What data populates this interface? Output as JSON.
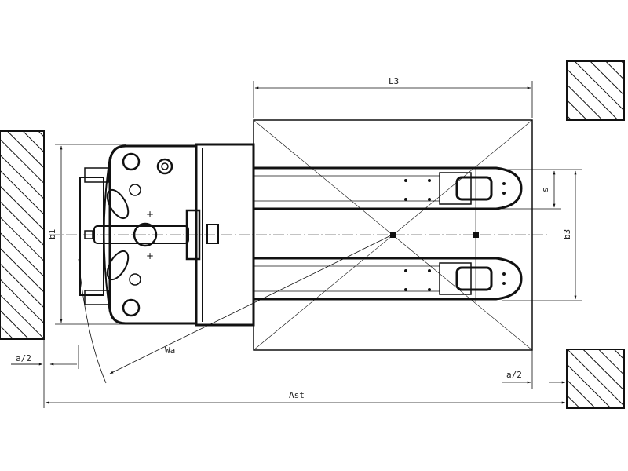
{
  "labels": {
    "L3": "L3",
    "b1": "b1",
    "b3": "b3",
    "s": "s",
    "Wa": "Wa",
    "Ast": "Ast",
    "a2_left": "a/2",
    "a2_right": "a/2"
  }
}
